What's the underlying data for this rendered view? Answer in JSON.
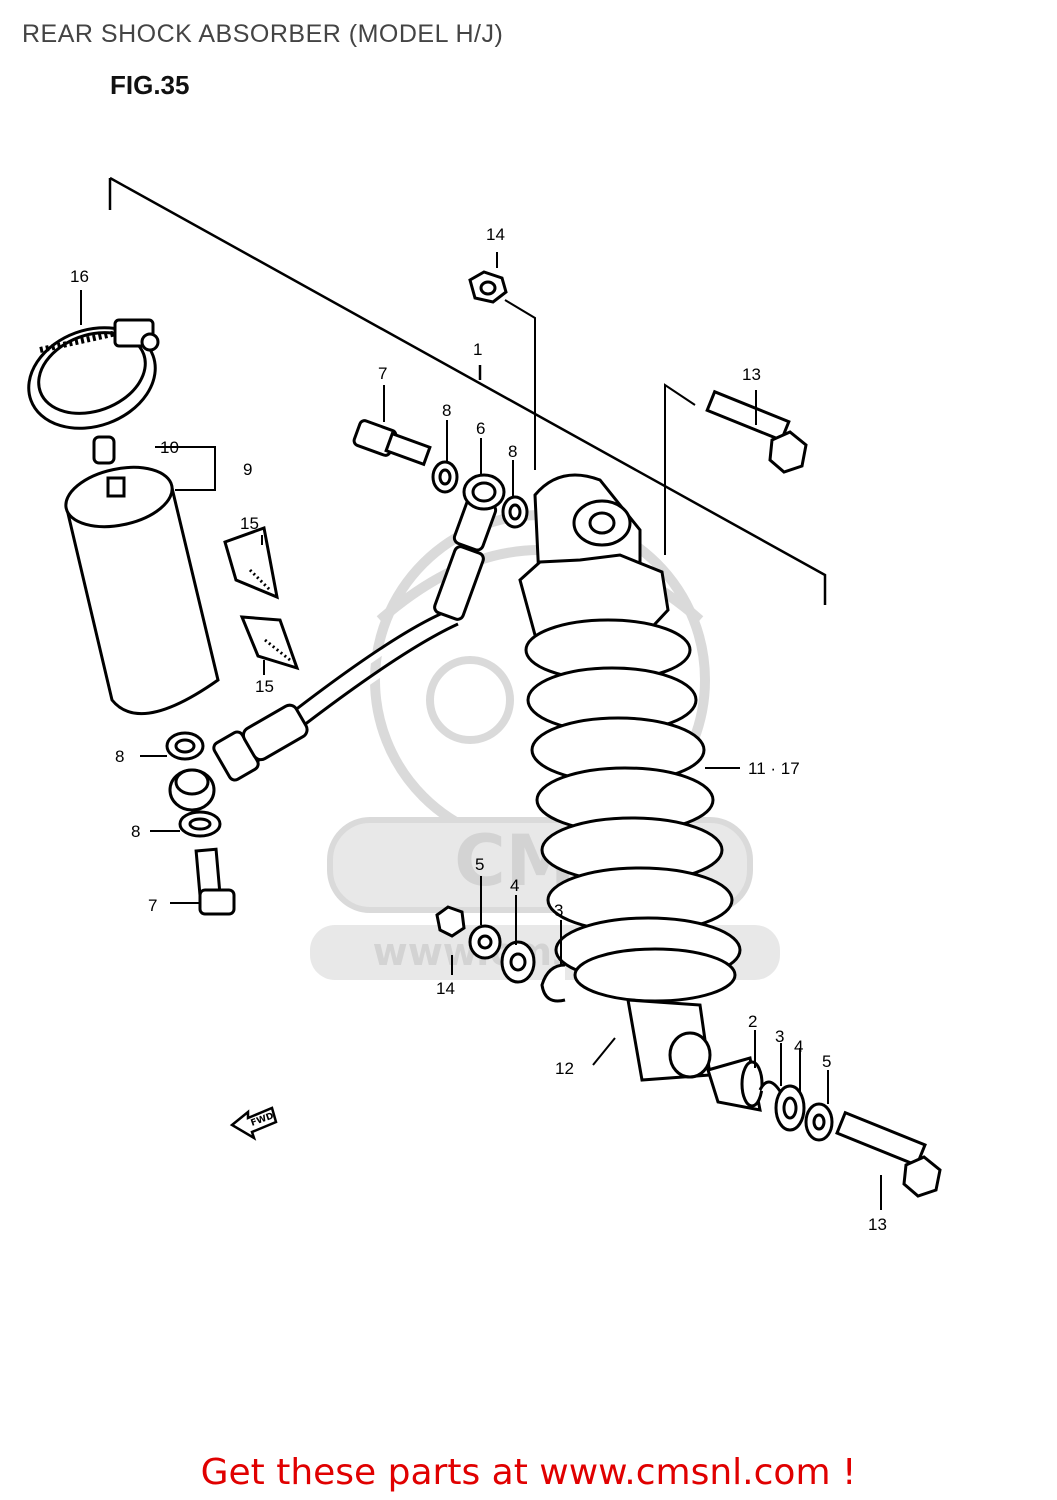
{
  "page": {
    "title": "REAR SHOCK ABSORBER (MODEL H/J)",
    "figure_label": "FIG.35",
    "footer_link": "Get these parts at www.cmsnl.com !"
  },
  "diagram": {
    "callouts": {
      "c1": "1",
      "c2": "2",
      "c3a": "3",
      "c3b": "3",
      "c4a": "4",
      "c4b": "4",
      "c5a": "5",
      "c5b": "5",
      "c6": "6",
      "c7a": "7",
      "c7b": "7",
      "c8a": "8",
      "c8b": "8",
      "c8c": "8",
      "c8d": "8",
      "c9": "9",
      "c10": "10",
      "c11": "11 · 17",
      "c12": "12",
      "c13a": "13",
      "c13b": "13",
      "c14a": "14",
      "c14b": "14",
      "c15a": "15",
      "c15b": "15",
      "c16": "16"
    },
    "fwd_arrow": "FWD",
    "watermark": "CMS",
    "watermark_url": "www.cmsnl.com"
  },
  "colors": {
    "line": "#000000",
    "title": "#444444",
    "footer": "#e00000",
    "watermark": "#d6d6d6"
  }
}
